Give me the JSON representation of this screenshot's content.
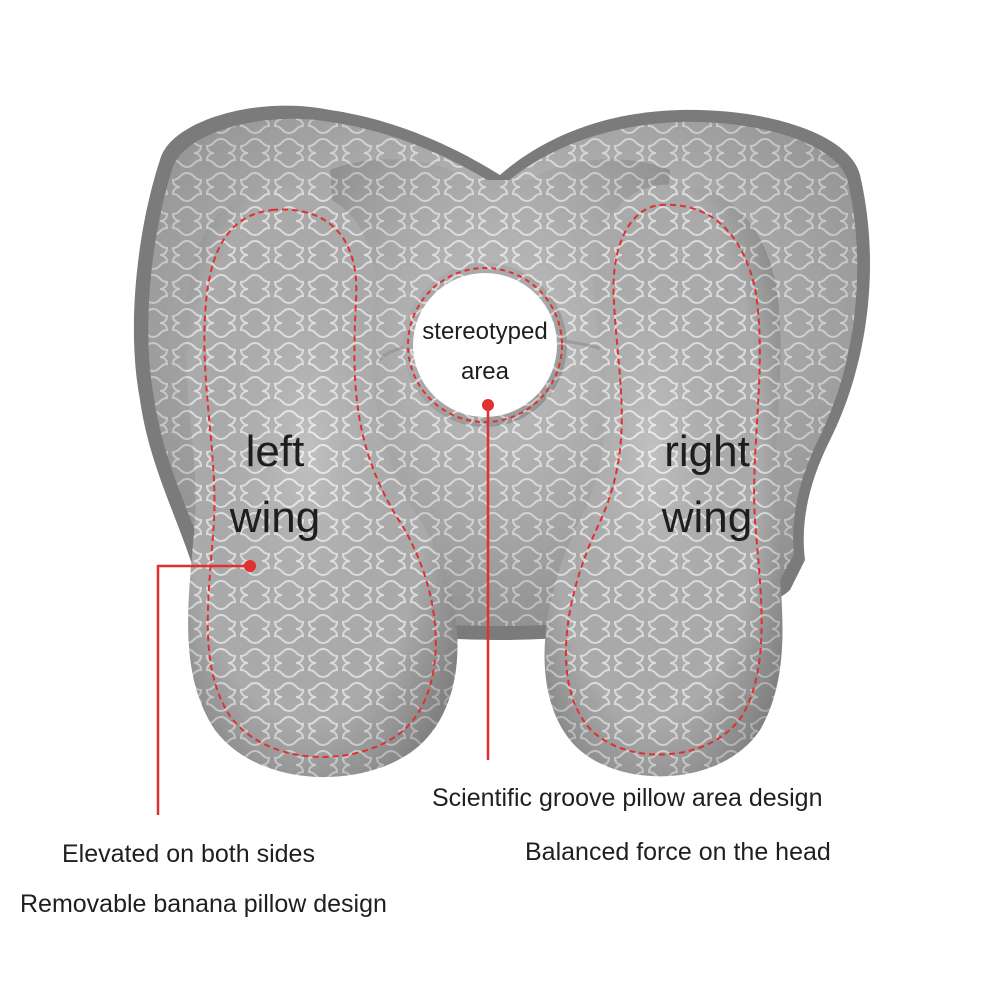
{
  "labels": {
    "stereotyped_line1": "stereotyped",
    "stereotyped_line2": "area",
    "left_wing_line1": "left",
    "left_wing_line2": "wing",
    "right_wing_line1": "right",
    "right_wing_line2": "wing"
  },
  "captions": {
    "groove_line1": "Scientific groove pillow area design",
    "groove_line2": "Balanced force on the head",
    "elevated_line1": "Elevated on both sides",
    "elevated_line2": "Removable banana pillow design"
  },
  "colors": {
    "fabric": "#b9b9b9",
    "fabric_dark": "#8f8f8f",
    "piping": "#777777",
    "callout": "#e03030",
    "background": "#ffffff"
  }
}
